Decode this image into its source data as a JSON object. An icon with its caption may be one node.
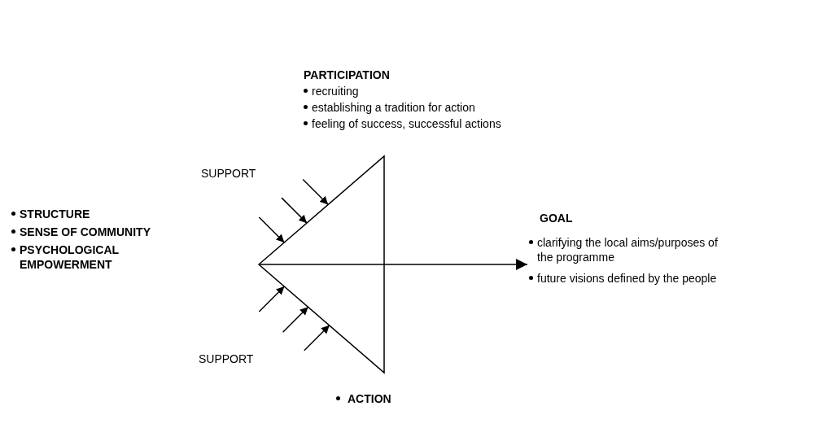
{
  "diagram": {
    "nodes": [
      {
        "text": [
          "PARTICIPATION",
          "recruiting",
          "establishing a tradition for action",
          "feeling of success, successful actions"
        ]
      },
      {
        "text": [
          "STRUCTURE",
          "SENSE OF COMMUNITY",
          "PSYCHOLOGICAL EMPOWERMENT"
        ]
      },
      {
        "text": [],
        "shape": "triangle",
        "beside": [
          "SUPPORT",
          "SUPPORT"
        ]
      },
      {
        "text": [
          "GOAL",
          "clarifying the local aims/purposes of the programme",
          "future visions defined by the people"
        ]
      }
    ],
    "edges": [
      {
        "from": 2,
        "to": 3,
        "arrow": "to"
      },
      {
        "from": null,
        "to": 2,
        "arrow": "to"
      },
      {
        "from": null,
        "to": 2,
        "arrow": "to"
      },
      {
        "from": null,
        "to": 2,
        "arrow": "to"
      },
      {
        "from": null,
        "to": 2,
        "arrow": "to"
      },
      {
        "from": null,
        "to": 2,
        "arrow": "to"
      },
      {
        "from": null,
        "to": 2,
        "arrow": "to"
      }
    ],
    "labels": [
      "ACTION"
    ]
  }
}
